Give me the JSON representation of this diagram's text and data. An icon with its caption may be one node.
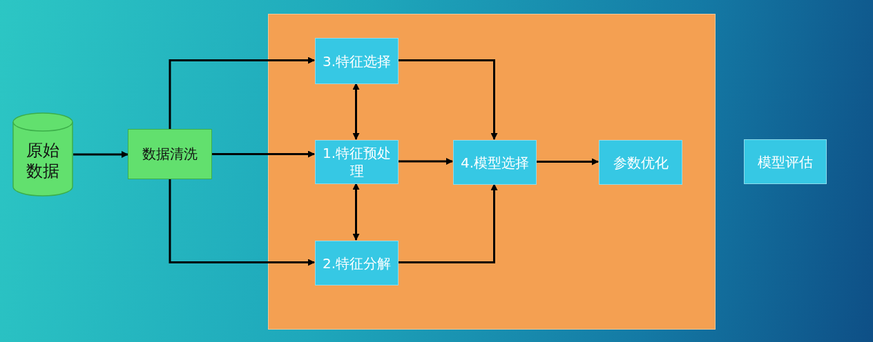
{
  "diagram": {
    "nodes": [
      {
        "text": [
          "原始数据"
        ]
      },
      {
        "text": [
          "数据清洗"
        ]
      },
      {
        "text": [],
        "shape": "box"
      },
      {
        "text": [
          "3.特征选择"
        ],
        "in": 2
      },
      {
        "text": [
          "1.特征预处理"
        ],
        "in": 2
      },
      {
        "text": [
          "2.特征分解"
        ],
        "in": 2
      },
      {
        "text": [
          "4.模型选择"
        ],
        "in": 2
      },
      {
        "text": [
          "参数优化"
        ],
        "in": 2
      },
      {
        "text": [
          "模型评估"
        ]
      }
    ],
    "edges": [
      {
        "from": 0,
        "to": 1,
        "arrow": "to"
      },
      {
        "from": 1,
        "to": 3,
        "arrow": "to"
      },
      {
        "from": 1,
        "to": 4,
        "arrow": "to"
      },
      {
        "from": 1,
        "to": 5,
        "arrow": "to"
      },
      {
        "from": 3,
        "to": 4,
        "arrow": "both"
      },
      {
        "from": 4,
        "to": 5,
        "arrow": "both"
      },
      {
        "from": 3,
        "to": 6,
        "arrow": "to"
      },
      {
        "from": 4,
        "to": 6,
        "arrow": "to"
      },
      {
        "from": 5,
        "to": 6,
        "arrow": "to"
      },
      {
        "from": 6,
        "to": 7,
        "arrow": "to"
      }
    ]
  }
}
